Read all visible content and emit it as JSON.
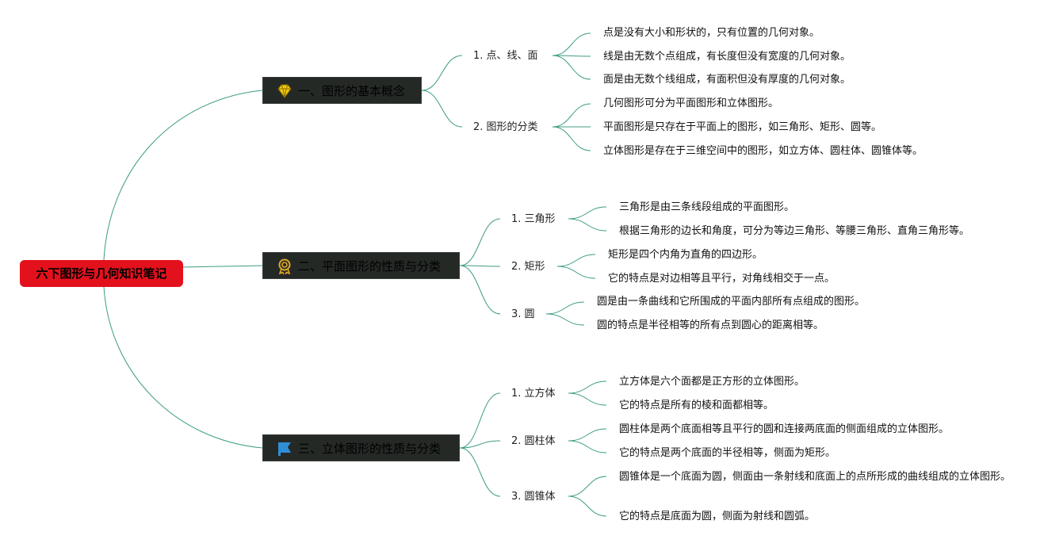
{
  "root": "六下图形与几何知识笔记",
  "branches": [
    {
      "title": "一、图形的基本概念",
      "icon": "diamond-icon",
      "subs": [
        {
          "label": "1. 点、线、面",
          "leaves": [
            "点是没有大小和形状的，只有位置的几何对象。",
            "线是由无数个点组成，有长度但没有宽度的几何对象。",
            "面是由无数个线组成，有面积但没有厚度的几何对象。"
          ]
        },
        {
          "label": "2. 图形的分类",
          "leaves": [
            "几何图形可分为平面图形和立体图形。",
            "平面图形是只存在于平面上的图形，如三角形、矩形、圆等。",
            "立体图形是存在于三维空间中的图形，如立方体、圆柱体、圆锥体等。"
          ]
        }
      ]
    },
    {
      "title": "二、平面图形的性质与分类",
      "icon": "award-icon",
      "subs": [
        {
          "label": "1. 三角形",
          "leaves": [
            "三角形是由三条线段组成的平面图形。",
            "根据三角形的边长和角度，可分为等边三角形、等腰三角形、直角三角形等。"
          ]
        },
        {
          "label": "2. 矩形",
          "leaves": [
            "矩形是四个内角为直角的四边形。",
            "它的特点是对边相等且平行，对角线相交于一点。"
          ]
        },
        {
          "label": "3. 圆",
          "leaves": [
            "圆是由一条曲线和它所围成的平面内部所有点组成的图形。",
            "圆的特点是半径相等的所有点到圆心的距离相等。"
          ]
        }
      ]
    },
    {
      "title": "三、立体图形的性质与分类",
      "icon": "flag-icon",
      "subs": [
        {
          "label": "1. 立方体",
          "leaves": [
            "立方体是六个面都是正方形的立体图形。",
            "它的特点是所有的棱和面都相等。"
          ]
        },
        {
          "label": "2. 圆柱体",
          "leaves": [
            "圆柱体是两个底面相等且平行的圆和连接两底面的侧面组成的立体图形。",
            "它的特点是两个底面的半径相等，侧面为矩形。"
          ]
        },
        {
          "label": "3. 圆锥体",
          "leaves": [
            "圆锥体是一个底面为圆，侧面由一条射线和底面上的点所形成的曲线组成的立体图形。",
            "它的特点是底面为圆，侧面为射线和圆弧。"
          ]
        }
      ]
    }
  ],
  "colors": {
    "root": "#e3111c",
    "category": "#252926",
    "link": "#3d9c84",
    "diamond": "#f2c811",
    "award": "#e0a826",
    "flag": "#2e8fd8"
  }
}
